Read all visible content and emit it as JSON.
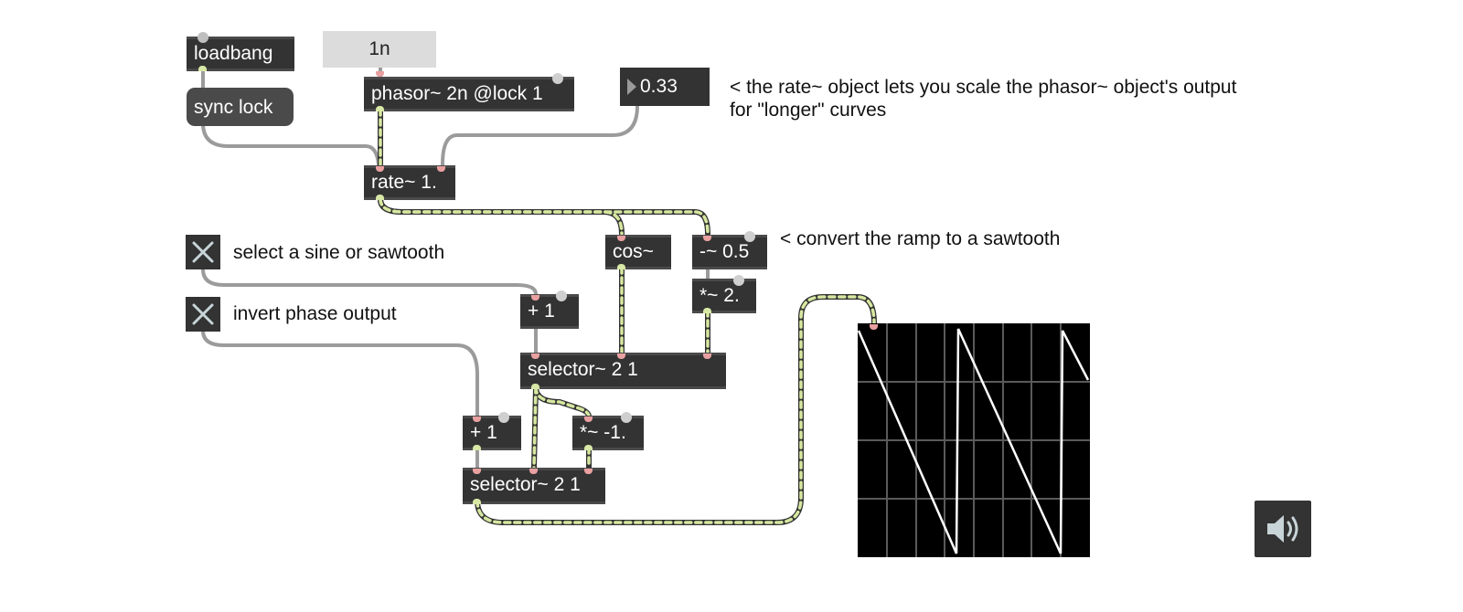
{
  "objects": {
    "loadbang": "loadbang",
    "sync_lock": "sync lock",
    "message_1n": "1n",
    "phasor": "phasor~ 2n @lock 1",
    "number_value": "0.33",
    "rate": "rate~ 1.",
    "cos": "cos~",
    "minus": "-~ 0.5",
    "times2": "*~ 2.",
    "plus1_a": "+ 1",
    "selector_a": "selector~ 2 1",
    "plus1_b": "+ 1",
    "times_neg": "*~ -1.",
    "selector_b": "selector~ 2 1"
  },
  "comments": {
    "rate_line1": "< the rate~ object lets you scale the phasor~ object's output",
    "rate_line2": "for \"longer\" curves",
    "sawtooth": "< convert the ramp to a sawtooth",
    "select": "select a sine or sawtooth",
    "invert": "invert phase output"
  },
  "icons": {
    "toggle": "x-icon",
    "dac": "speaker-icon"
  },
  "colors": {
    "object_bg": "#333333",
    "signal_cord": "#d6e8a0",
    "control_cord": "#a8a8a8",
    "inlet": "#e9a0a0",
    "scope_bg": "#000000",
    "scope_line": "#ffffff",
    "scope_grid": "#555555"
  }
}
